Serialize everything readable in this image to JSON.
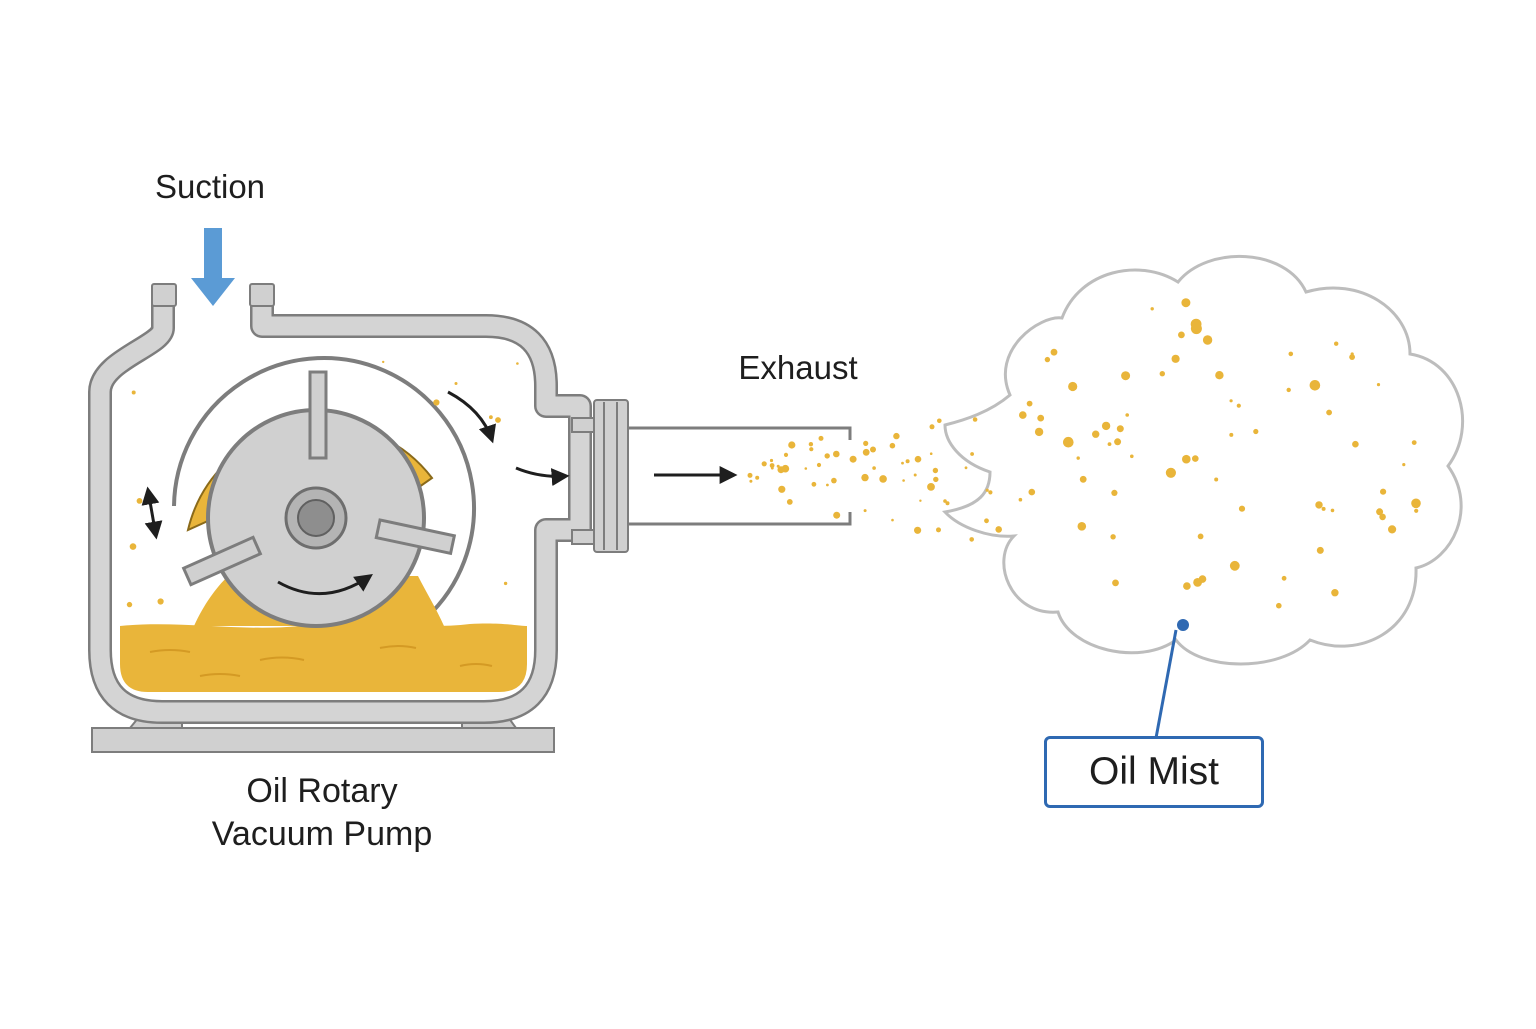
{
  "labels": {
    "suction": "Suction",
    "exhaust": "Exhaust",
    "pump_line1": "Oil Rotary",
    "pump_line2": "Vacuum Pump",
    "oil_mist": "Oil Mist"
  },
  "colors": {
    "oil": "#e9b53a",
    "oil_dark": "#d49a24",
    "metal": "#d0d0d0",
    "metal_outline": "#7d7d7d",
    "suction_arrow": "#5b9bd5",
    "callout": "#2f69b2",
    "cloud_outline": "#bdbdbd",
    "arrow": "#1e1e1e"
  }
}
